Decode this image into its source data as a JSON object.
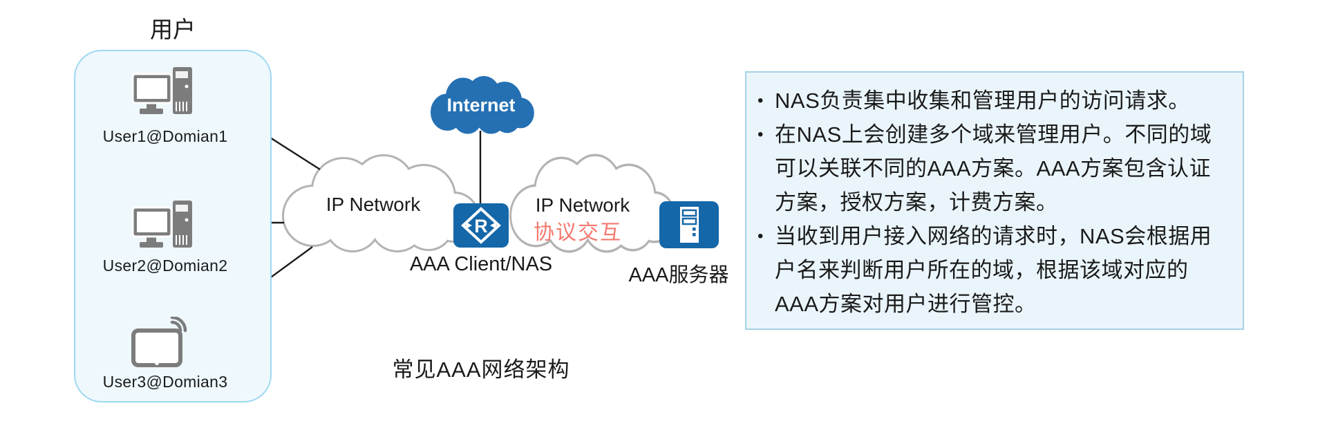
{
  "diagram": {
    "users_group": {
      "title": "用户",
      "users": [
        {
          "label": "User1@Domian1",
          "device": "desktop-computer"
        },
        {
          "label": "User2@Domian2",
          "device": "desktop-computer"
        },
        {
          "label": "User3@Domian3",
          "device": "tablet-wifi"
        }
      ]
    },
    "internet": {
      "label": "Internet"
    },
    "clouds": {
      "left_label": "IP Network",
      "right_label": "IP Network"
    },
    "protocol_interaction_label": "协议交互",
    "router": {
      "label": "AAA Client/NAS",
      "letter": "R"
    },
    "server": {
      "label": "AAA服务器"
    },
    "caption": "常见AAA网络架构"
  },
  "notes": {
    "bullet": "•",
    "items": [
      "NAS负责集中收集和管理用户的访问请求。",
      "在NAS上会创建多个域来管理用户。不同的域可以关联不同的AAA方案。AAA方案包含认证方案，授权方案，计费方案。",
      "当收到用户接入网络的请求时，NAS会根据用户名来判断用户所在的域，根据该域对应的AAA方案对用户进行管控。"
    ],
    "lines": [
      "NAS负责集中收集和管理用户的访问请求。",
      "在NAS上会创建多个域来管理用户。不同的域",
      "可以关联不同的AAA方案。AAA方案包含认证",
      "方案，授权方案，计费方案。",
      "当收到用户接入网络的请求时，NAS会根据用",
      "户名来判断用户所在的域，根据该域对应的",
      "AAA方案对用户进行管控。"
    ]
  },
  "colors": {
    "huawei_icon_blue": "#1467a8",
    "internet_cloud_blue": "#2470b3",
    "protocol_text_red": "#f4786e",
    "cloud_outline_gray": "#b3b3b3",
    "device_gray": "#7c7c7c",
    "users_panel_border": "#9ed7f2",
    "users_panel_fill": "#eef8fd",
    "notes_border": "#a5d2e4",
    "notes_fill": "#eaf5fb",
    "line_black": "#1a1a1a"
  }
}
